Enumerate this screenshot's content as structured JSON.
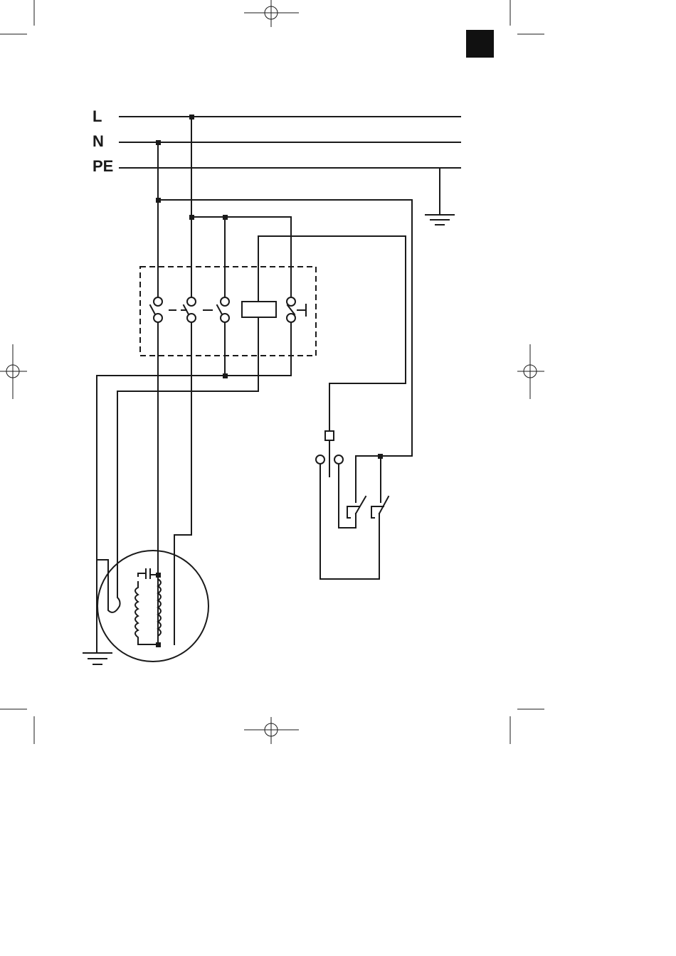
{
  "labels": {
    "line": "L",
    "neutral": "N",
    "protective_earth": "PE"
  },
  "colors": {
    "ink": "#1a1a1a",
    "background": "#ffffff",
    "corner_tab": "#111111"
  },
  "icons": [
    "ground-icon",
    "registration-mark-icon",
    "motor-icon",
    "capacitor-icon",
    "coil-icon",
    "switch-icon",
    "contactor-coil-icon",
    "terminal-icon"
  ]
}
